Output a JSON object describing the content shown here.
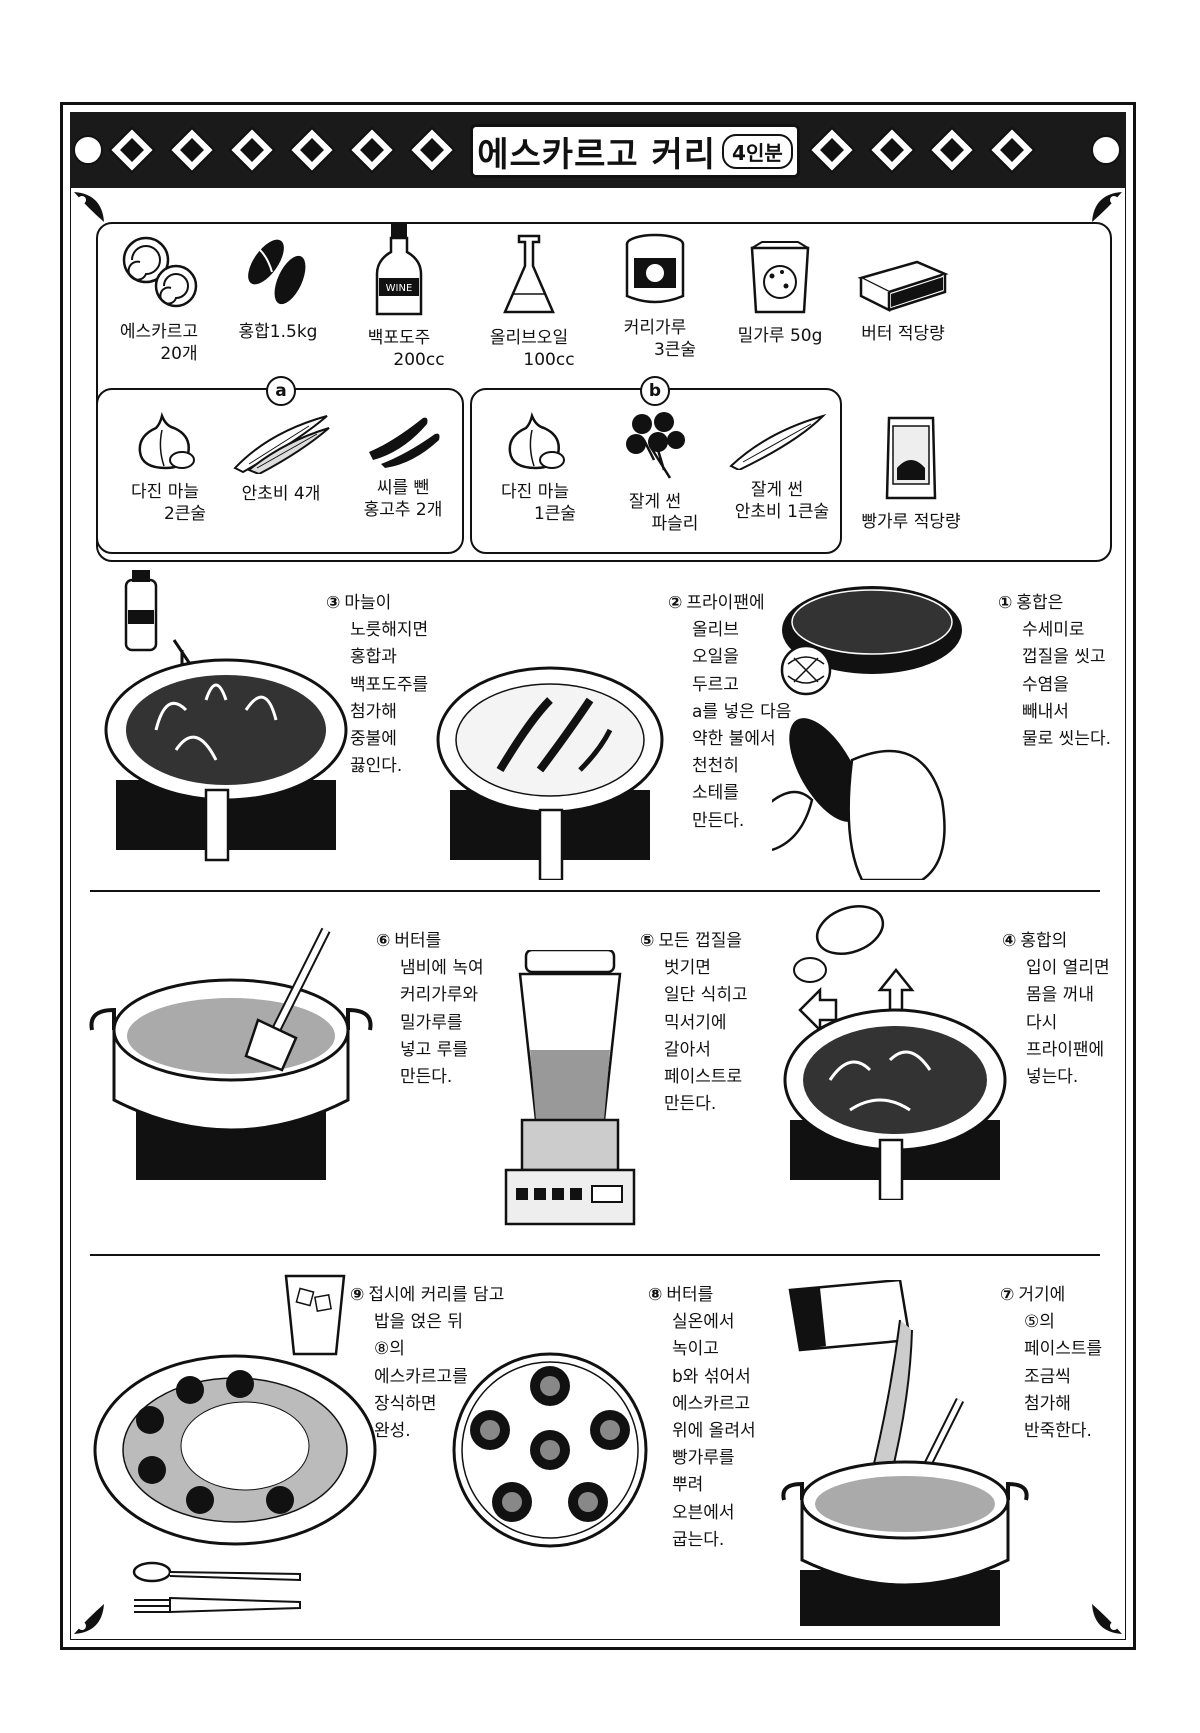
{
  "title": {
    "main": "에스카르고 커리",
    "servings": "4인분"
  },
  "ingredients": [
    {
      "name": "에스카르고",
      "amount": "20개",
      "icon": "snail-shell-icon"
    },
    {
      "name": "홍합1.5kg",
      "amount": "",
      "icon": "mussel-icon"
    },
    {
      "name": "백포도주",
      "amount": "200cc",
      "icon": "wine-bottle-icon",
      "label": "WINE"
    },
    {
      "name": "올리브오일",
      "amount": "100cc",
      "icon": "oil-flask-icon"
    },
    {
      "name": "커리가루",
      "amount": "3큰술",
      "icon": "curry-can-icon"
    },
    {
      "name": "밀가루 50g",
      "amount": "",
      "icon": "flour-bag-icon"
    },
    {
      "name": "버터 적당량",
      "amount": "",
      "icon": "butter-block-icon"
    }
  ],
  "group_a": {
    "tag": "a",
    "items": [
      {
        "name": "다진 마늘",
        "amount": "2큰술",
        "icon": "garlic-icon"
      },
      {
        "name": "안초비 4개",
        "amount": "",
        "icon": "anchovy-icon"
      },
      {
        "name": "씨를 뺀",
        "amount": "홍고추 2개",
        "icon": "red-pepper-icon"
      }
    ]
  },
  "group_b": {
    "tag": "b",
    "items": [
      {
        "name": "다진 마늘",
        "amount": "1큰술",
        "icon": "garlic-icon"
      },
      {
        "name": "잘게 썬",
        "amount": "파슬리",
        "icon": "parsley-icon"
      },
      {
        "name": "잘게 썬",
        "amount": "안초비 1큰술",
        "icon": "anchovy-icon"
      }
    ]
  },
  "breadcrumbs": {
    "name": "빵가루 적당량",
    "icon": "breadcrumb-bag-icon"
  },
  "steps": [
    {
      "num": "①",
      "lines": [
        "홍합은",
        "수세미로",
        "껍질을 씻고",
        "수염을",
        "빼내서",
        "물로 씻는다."
      ]
    },
    {
      "num": "②",
      "lines": [
        "프라이팬에",
        "올리브",
        "오일을",
        "두르고",
        "a를 넣은 다음",
        "약한 불에서",
        "천천히",
        "소테를",
        "만든다."
      ]
    },
    {
      "num": "③",
      "lines": [
        "마늘이",
        "노릇해지면",
        "홍합과",
        "백포도주를",
        "첨가해",
        "중불에",
        "끓인다."
      ]
    },
    {
      "num": "④",
      "lines": [
        "홍합의",
        "입이 열리면",
        "몸을 꺼내",
        "다시",
        "프라이팬에",
        "넣는다."
      ]
    },
    {
      "num": "⑤",
      "lines": [
        "모든 껍질을",
        "벗기면",
        "일단 식히고",
        "믹서기에",
        "갈아서",
        "페이스트로",
        "만든다."
      ]
    },
    {
      "num": "⑥",
      "lines": [
        "버터를",
        "냄비에 녹여",
        "커리가루와",
        "밀가루를",
        "넣고 루를",
        "만든다."
      ]
    },
    {
      "num": "⑦",
      "lines": [
        "거기에",
        "⑤의",
        "페이스트를",
        "조금씩",
        "첨가해",
        "반죽한다."
      ]
    },
    {
      "num": "⑧",
      "lines": [
        "버터를",
        "실온에서",
        "녹이고",
        "b와 섞어서",
        "에스카르고",
        "위에 올려서",
        "빵가루를",
        "뿌려",
        "오븐에서",
        "굽는다."
      ]
    },
    {
      "num": "⑨",
      "lines": [
        "접시에 커리를 담고",
        "밥을 얹은 뒤",
        "⑧의",
        "에스카르고를",
        "장식하면",
        "완성."
      ]
    }
  ]
}
